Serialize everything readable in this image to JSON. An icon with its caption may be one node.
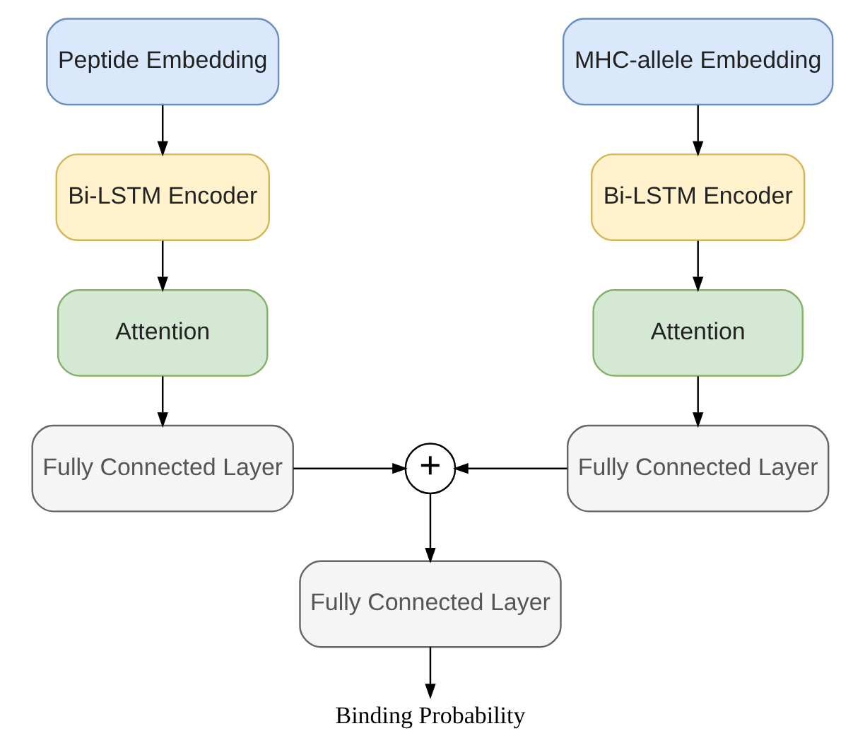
{
  "diagram": {
    "nodes": [
      {
        "text": [
          "Peptide Embedding"
        ]
      },
      {
        "text": [
          "Bi-LSTM Encoder"
        ]
      },
      {
        "text": [
          "Attention"
        ]
      },
      {
        "text": [
          "Fully Connected Layer"
        ]
      },
      {
        "text": [
          "MHC-allele Embedding"
        ]
      },
      {
        "text": [
          "Bi-LSTM Encoder"
        ]
      },
      {
        "text": [
          "Attention"
        ]
      },
      {
        "text": [
          "Fully Connected Layer"
        ]
      },
      {
        "text": [
          "+"
        ]
      },
      {
        "text": [
          "Fully Connected Layer"
        ]
      },
      {
        "text": [
          "Binding Probability"
        ]
      }
    ],
    "edges": [
      {
        "from": 0,
        "to": 1,
        "arrow": "to"
      },
      {
        "from": 1,
        "to": 2,
        "arrow": "to"
      },
      {
        "from": 2,
        "to": 3,
        "arrow": "to"
      },
      {
        "from": 4,
        "to": 5,
        "arrow": "to"
      },
      {
        "from": 5,
        "to": 6,
        "arrow": "to"
      },
      {
        "from": 6,
        "to": 7,
        "arrow": "to"
      },
      {
        "from": 3,
        "to": 8,
        "arrow": "to"
      },
      {
        "from": 7,
        "to": 8,
        "arrow": "to"
      },
      {
        "from": 8,
        "to": 9,
        "arrow": "to"
      },
      {
        "from": 9,
        "to": 10,
        "arrow": "to"
      }
    ]
  }
}
